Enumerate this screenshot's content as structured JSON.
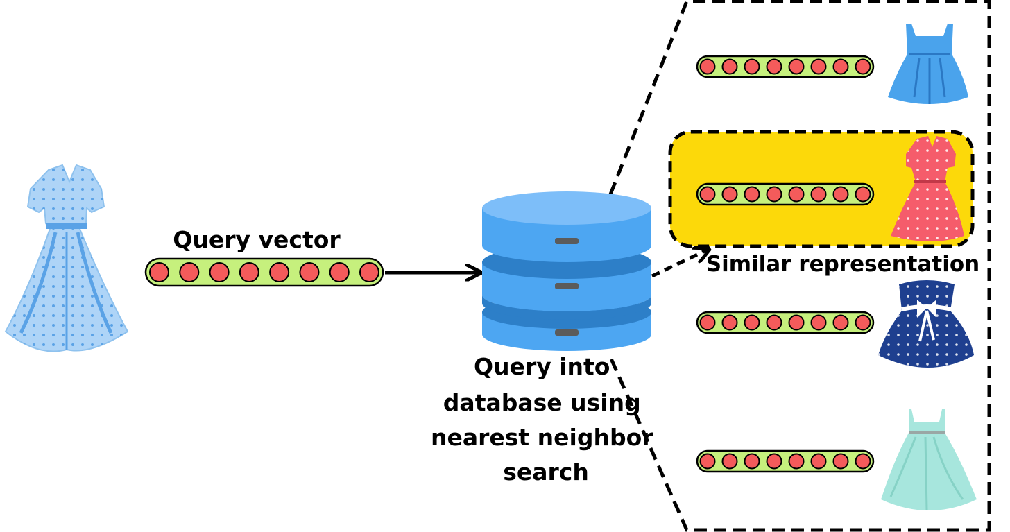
{
  "labels": {
    "query_vector": "Query vector",
    "query_into_lines": [
      "Query into",
      "database using",
      "nearest neighbor",
      "search"
    ],
    "similar_representation": "Similar representation"
  },
  "colors": {
    "vector_fill": "#c6f07d",
    "vector_dot": "#f45b5b",
    "database_top": "#7dbef9",
    "database_body": "#4da6f2",
    "database_band": "#2d7fc8",
    "highlight": "#fcd90a",
    "query_dress": "#aed4f7",
    "result_dress_1": "#4aa3ec",
    "result_dress_2": "#f55c6b",
    "result_dress_3": "#1e3f8f",
    "result_dress_4": "#a7e6dd"
  },
  "icons": {
    "query_item": "dress-icon",
    "database": "database-icon",
    "result_items": [
      "dress-icon",
      "dress-icon",
      "dress-icon",
      "dress-icon"
    ]
  },
  "vector_dimensions": 8,
  "results_count": 4,
  "highlighted_result": 2
}
